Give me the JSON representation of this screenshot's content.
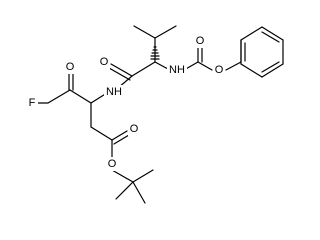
{
  "structure": {
    "atoms": {
      "fluorine": "F",
      "ketone_oxygen": "O",
      "amide_nitrogen_1": "NH",
      "amide_oxygen": "O",
      "carbamate_nitrogen": "NH",
      "carbamate_carbonyl_oxygen": "O",
      "carbamate_ester_oxygen": "O",
      "ester_carbonyl_oxygen": "O",
      "ester_oxygen": "O"
    },
    "colors": {
      "ink": "#000000",
      "background": "#ffffff"
    }
  }
}
